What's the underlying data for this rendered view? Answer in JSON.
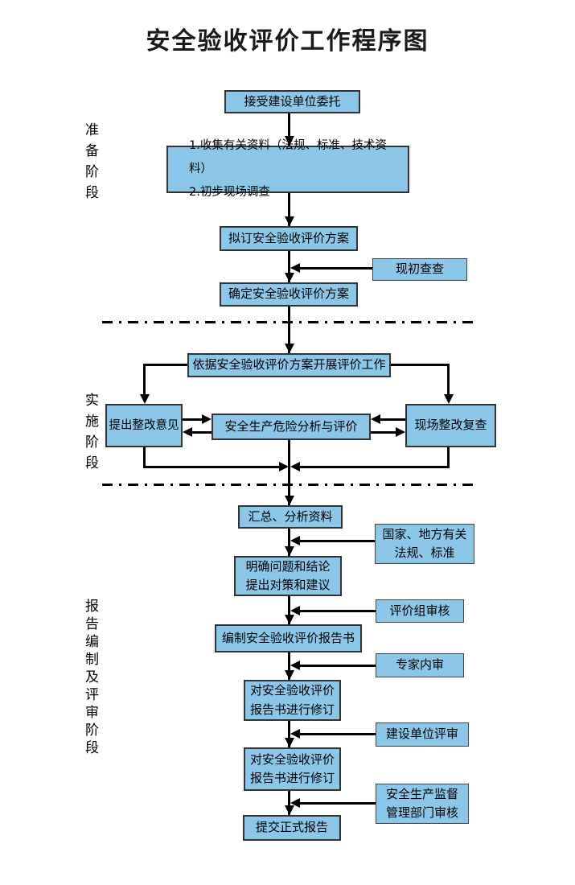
{
  "title": "安全验收评价工作程序图",
  "phases": {
    "prep": "准备阶段",
    "impl": "实施阶段",
    "report": "报告编制及评审阶段"
  },
  "nodes": {
    "accept": "接受建设单位委托",
    "collect": "1.收集有关资料（法规、标准、技术资料）\n2.初步现场调查",
    "draft_plan": "拟订安全验收评价方案",
    "initial_check": "现初查查",
    "confirm_plan": "确定安全验收评价方案",
    "carry_out": "依据安全验收评价方案开展评价工作",
    "suggestions": "提出整改意见",
    "analysis": "安全生产危险分析与评价",
    "site_recheck": "现场整改复查",
    "summarize": "汇总、分析资料",
    "laws": "国家、地方有关\n法规、标准",
    "clarify": "明确问题和结论\n提出对策和建议",
    "team_review": "评价组审核",
    "compile_report": "编制安全验收评价报告书",
    "expert_review": "专家内审",
    "revise1": "对安全验收评价\n报告书进行修订",
    "client_review": "建设单位评审",
    "revise2": "对安全验收评价\n报告书进行修订",
    "authority_review": "安全生产监督\n管理部门审核",
    "submit": "提交正式报告"
  },
  "colors": {
    "box_fill": "#8CC6E8",
    "box_border": "#333333",
    "line": "#000000"
  }
}
